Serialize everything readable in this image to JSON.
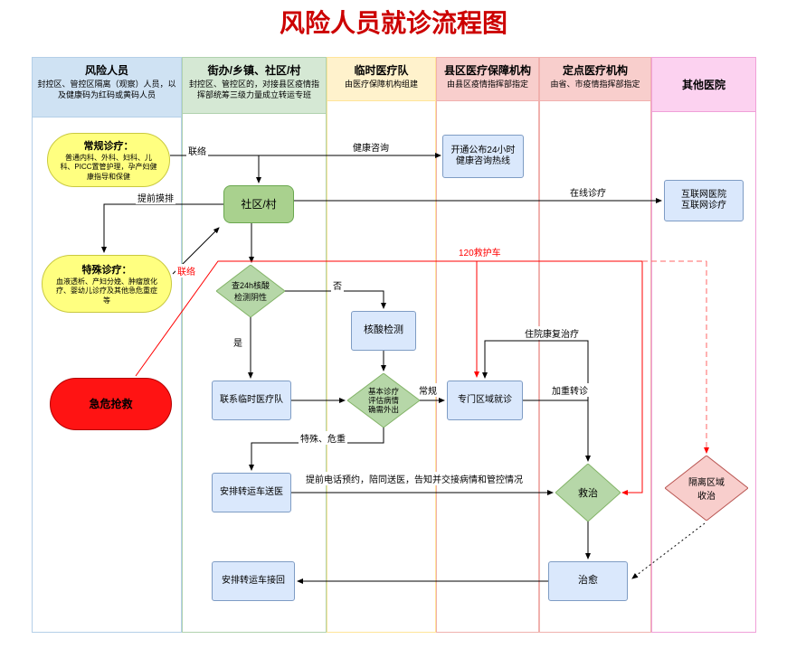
{
  "title": "风险人员就诊流程图",
  "colors": {
    "title_red": "#cc0000",
    "ambulance_red": "#ff0000",
    "node_blue": "#dae8fc",
    "node_green": "#a9d18e",
    "node_yellow": "#ffff80",
    "node_emergency_red": "#ff1313",
    "node_pink": "#f8cecc"
  },
  "lanes": [
    {
      "title": "风险人员",
      "desc": "封控区、管控区隔离（观察）人员，以及健康码为红码或黄码人员"
    },
    {
      "title": "街办/乡镇、社区/村",
      "desc": "封控区、管控区的，对接县区疫情指挥部统筹三级力量成立转运专班"
    },
    {
      "title": "临时医疗队",
      "desc": "由医疗保障机构组建"
    },
    {
      "title": "县区医疗保障机构",
      "desc": "由县区疫情指挥部指定"
    },
    {
      "title": "定点医疗机构",
      "desc": "由省、市疫情指挥部指定"
    },
    {
      "title": "其他医院",
      "desc": ""
    }
  ],
  "nodes": {
    "regular": {
      "title": "常规诊疗：",
      "desc": "普通内科、外科、妇科、儿科、PICC置管护理，孕产妇健康指导和保健"
    },
    "special": {
      "title": "特殊诊疗：",
      "desc": "血液透析、产妇分娩、肿瘤放化疗、婴幼儿诊疗及其他急危重症等"
    },
    "emergency": {
      "label": "急危抢救"
    },
    "community": {
      "label": "社区/村"
    },
    "check24": {
      "label": "查24h核酸\n检测阴性"
    },
    "nat": {
      "label": "核酸检测"
    },
    "contact_team": {
      "label": "联系临时医疗队"
    },
    "assess": {
      "label": "基本诊疗\n评估病情\n确需外出"
    },
    "special_area": {
      "label": "专门区域就诊"
    },
    "transfer_to": {
      "label": "安排转运车送医"
    },
    "rescue": {
      "label": "救治"
    },
    "cure": {
      "label": "治愈"
    },
    "transfer_back": {
      "label": "安排转运车接回"
    },
    "hotline": {
      "label": "开通公布24小时\n健康咨询热线"
    },
    "internet": {
      "label": "互联网医院\n互联网诊疗"
    },
    "isolation": {
      "label": "隔离区域\n收治"
    }
  },
  "edge_labels": {
    "liaison1": "联络",
    "health_consult": "健康咨询",
    "online": "在线诊疗",
    "pre_survey": "提前摸排",
    "liaison2": "联络",
    "ambulance": "120救护车",
    "no": "否",
    "yes": "是",
    "regular": "常规",
    "special_critical": "特殊、危重",
    "rehab": "住院康复治疗",
    "worsen": "加重转诊",
    "phone": "提前电话预约，陪同送医，告知并交接病情和管控情况"
  }
}
